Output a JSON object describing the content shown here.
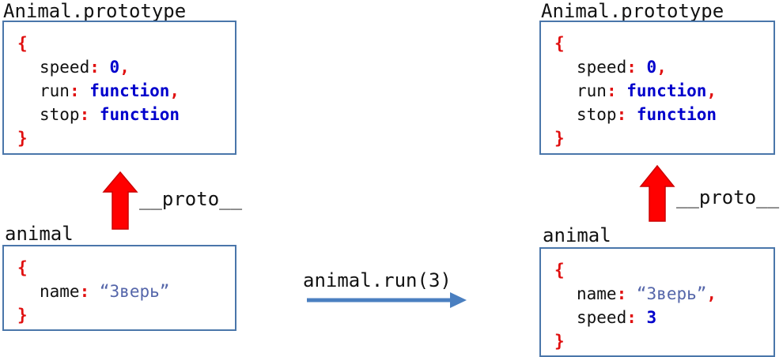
{
  "left": {
    "prototype_label": "Animal.prototype",
    "prototype_object": {
      "open": "{",
      "lines": [
        {
          "key": "speed",
          "colon": ":",
          "value": "0",
          "comma": ","
        },
        {
          "key": "run",
          "colon": ":",
          "value": "function",
          "comma": ","
        },
        {
          "key": "stop",
          "colon": ":",
          "value": "function",
          "comma": ""
        }
      ],
      "close": "}"
    },
    "proto_label": "__proto__",
    "instance_label": "animal",
    "instance_object": {
      "open": "{",
      "lines": [
        {
          "key": "name",
          "colon": ":",
          "value": "“Зверь”",
          "comma": ""
        }
      ],
      "close": "}"
    }
  },
  "middle": {
    "call_label": "animal.run(3)"
  },
  "right": {
    "prototype_label": "Animal.prototype",
    "prototype_object": {
      "open": "{",
      "lines": [
        {
          "key": "speed",
          "colon": ":",
          "value": "0",
          "comma": ","
        },
        {
          "key": "run",
          "colon": ":",
          "value": "function",
          "comma": ","
        },
        {
          "key": "stop",
          "colon": ":",
          "value": "function",
          "comma": ""
        }
      ],
      "close": "}"
    },
    "proto_label": "__proto__",
    "instance_label": "animal",
    "instance_object": {
      "open": "{",
      "lines": [
        {
          "key": "name",
          "colon": ":",
          "value": "“Зверь”",
          "comma": ","
        },
        {
          "key": "speed",
          "colon": ":",
          "value": "3",
          "comma": ""
        }
      ],
      "close": "}"
    }
  },
  "colors": {
    "box_border": "#4a76aa",
    "brace": "#e01010",
    "keyword": "#0000cc",
    "string": "#5566aa",
    "proto_arrow_fill": "#ff0000",
    "call_arrow": "#4a7fc0"
  }
}
